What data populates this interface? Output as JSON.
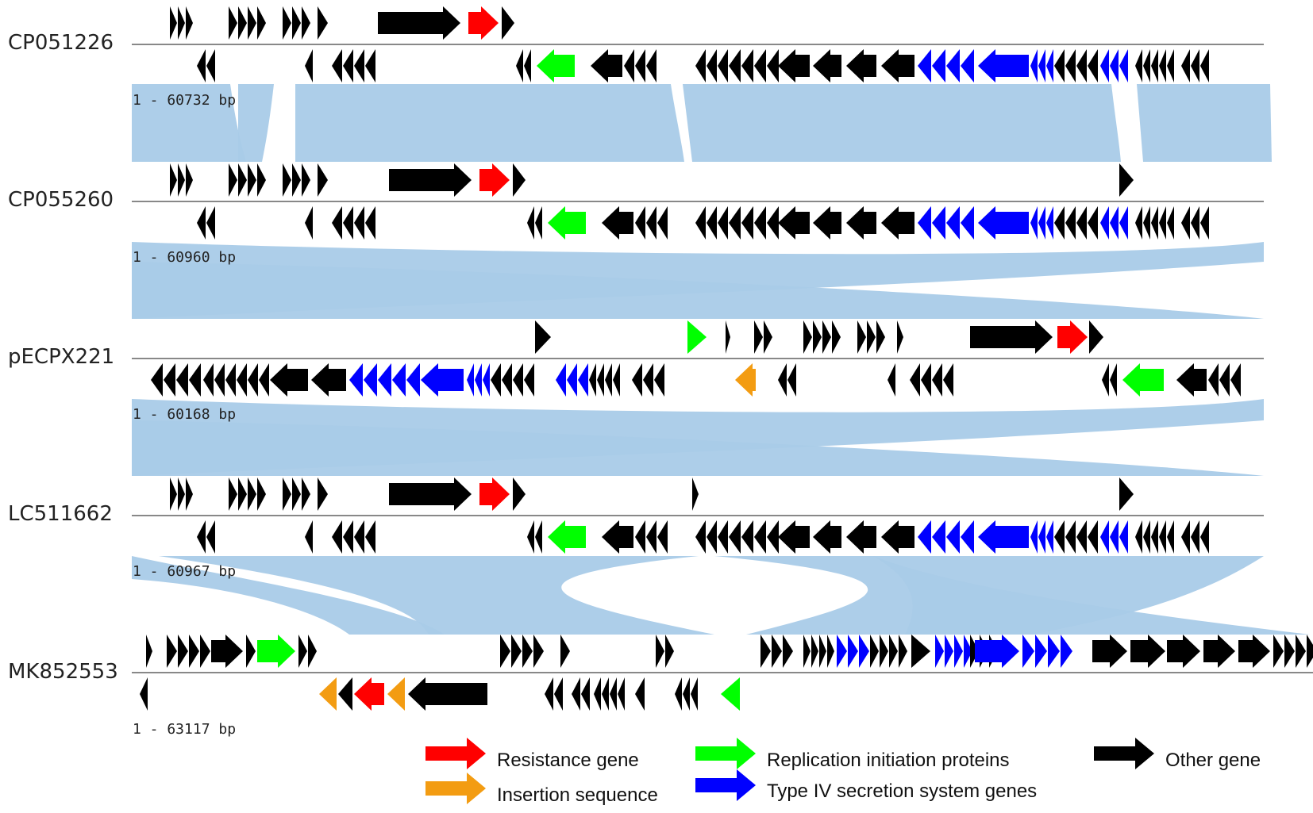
{
  "colors": {
    "resistance": "#ff0000",
    "insertion": "#f39c12",
    "replication": "#00ff00",
    "t4ss": "#0000ff",
    "other": "#000000",
    "homology": "#a9cbe8",
    "axis": "#888888"
  },
  "tracks": [
    {
      "name": "CP051226",
      "range": "1 - 60732 bp"
    },
    {
      "name": "CP055260",
      "range": "1 - 60960 bp"
    },
    {
      "name": "pECPX221",
      "range": "1 - 60168 bp"
    },
    {
      "name": "LC511662",
      "range": "1 - 60967 bp"
    },
    {
      "name": "MK852553",
      "range": "1 - 63117 bp"
    }
  ],
  "legend": [
    {
      "label": "Resistance gene",
      "color_key": "resistance",
      "icon": "arrow-icon"
    },
    {
      "label": "Insertion sequence",
      "color_key": "insertion",
      "icon": "arrow-icon"
    },
    {
      "label": "Replication initiation proteins",
      "color_key": "replication",
      "icon": "arrow-icon"
    },
    {
      "label": "Type IV secretion system genes",
      "color_key": "t4ss",
      "icon": "arrow-icon"
    },
    {
      "label": "Other gene",
      "color_key": "other",
      "icon": "arrow-icon"
    }
  ]
}
